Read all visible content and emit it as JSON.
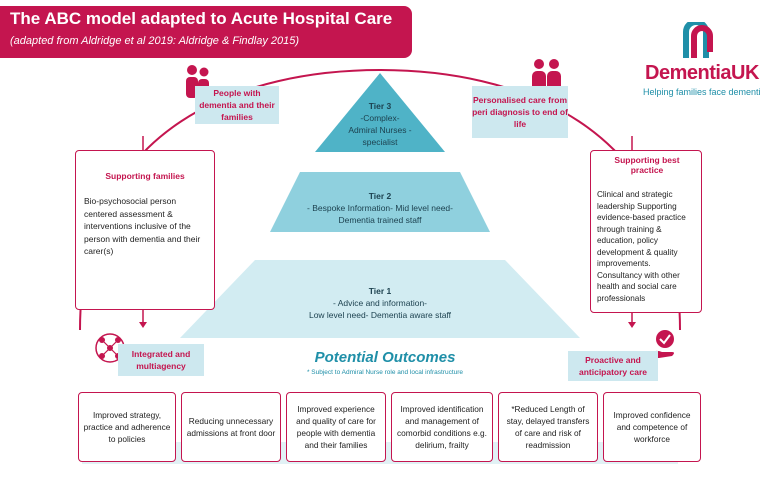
{
  "header": {
    "title": "The ABC model adapted to Acute Hospital Care",
    "subtitle": "(adapted from Aldridge et al 2019:  Aldridge & Findlay 2015)"
  },
  "logo": {
    "name": "DementiaUK",
    "tagline": "Helping families face dementia"
  },
  "pyramid": {
    "tier3": {
      "title": "Tier 3",
      "lines": [
        "-Complex-",
        "Admiral Nurses -",
        "specialist"
      ]
    },
    "tier2": {
      "title": "Tier 2",
      "lines": [
        "- Bespoke Information- Mid level need-",
        "Dementia trained staff"
      ]
    },
    "tier1": {
      "title": "Tier 1",
      "lines": [
        "- Advice and information-",
        "Low level need- Dementia aware staff"
      ]
    }
  },
  "labels": {
    "people": "People with dementia and their families",
    "personalised": "Personalised care from peri diagnosis to end of life",
    "integrated": "Integrated and multiagency",
    "proactive": "Proactive and anticipatory care"
  },
  "supporting_families": {
    "heading": "Supporting families",
    "body": "Bio-psychosocial person centered assessment & interventions inclusive of the person with dementia and their carer(s)"
  },
  "best_practice": {
    "heading": "Supporting best practice",
    "body1": "Clinical and strategic leadership Supporting evidence-based practice through training & education, policy development & quality improvements.",
    "body2": "Consultancy with other health and social care professionals"
  },
  "outcomes": {
    "title": "Potential Outcomes",
    "note": "* Subject to Admiral Nurse role and local infrastructure",
    "items": [
      "Improved strategy, practice and adherence to policies",
      "Reducing unnecessary admissions at front door",
      "Improved experience and quality of care for people with dementia and their families",
      "Improved identification and management of comorbid conditions e.g. delirium, frailty",
      "*Reduced Length of stay, delayed transfers of care and risk of readmission",
      "Improved confidence and competence of workforce"
    ]
  },
  "colors": {
    "brand": "#c4154f",
    "teal": "#1f8fa8",
    "light_teal": "#cde8ef"
  },
  "icons": [
    "people-icon",
    "family-icon",
    "network-icon",
    "hand-check-icon",
    "dementia-uk-logo-icon"
  ]
}
